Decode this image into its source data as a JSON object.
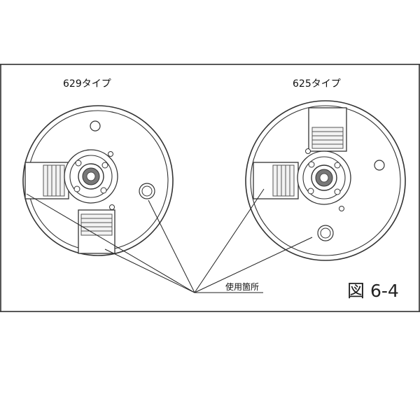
{
  "figure": {
    "left_label": "629タイプ",
    "right_label": "625タイプ",
    "callout_label": "使用箇所",
    "figure_number": "図 6-4"
  }
}
